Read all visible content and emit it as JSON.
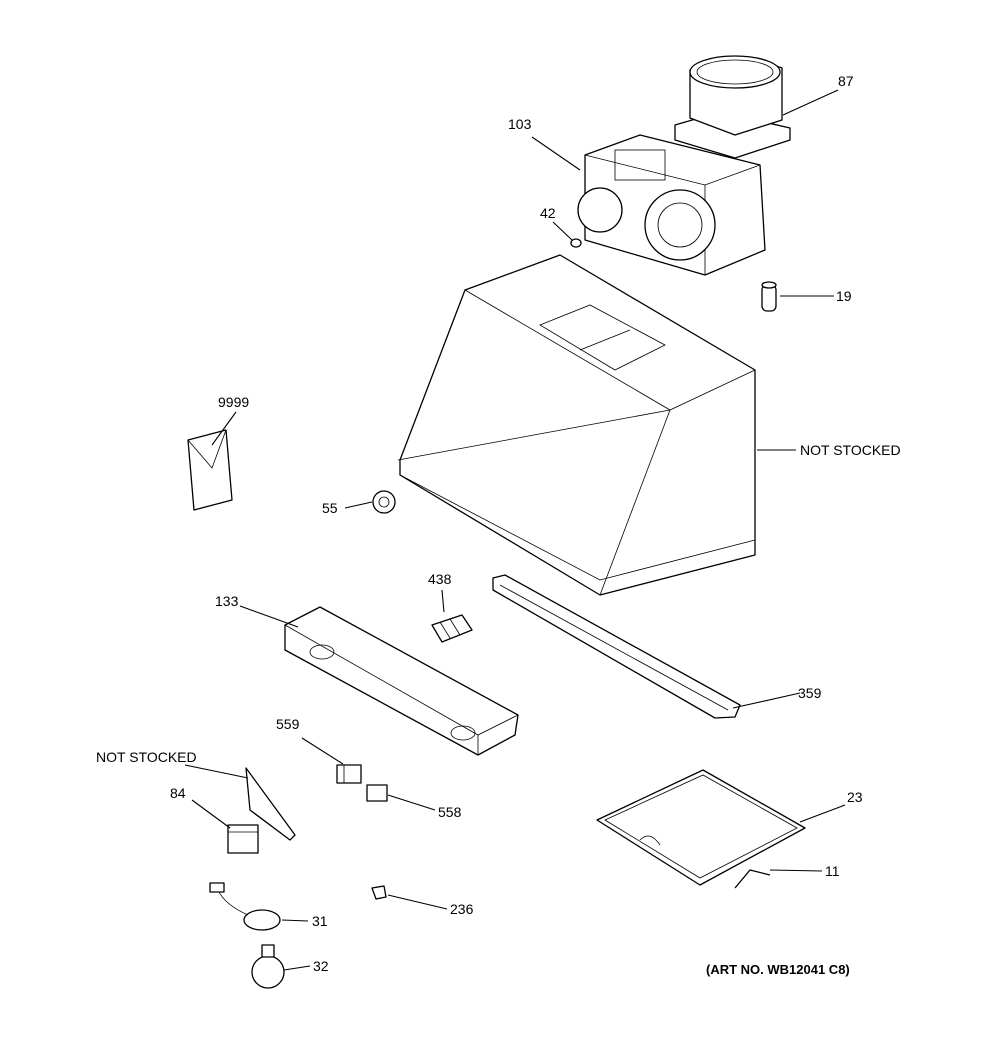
{
  "diagram": {
    "labels": {
      "p87": "87",
      "p103": "103",
      "p42": "42",
      "p19": "19",
      "p9999": "9999",
      "not_stocked_hood": "NOT STOCKED",
      "p55": "55",
      "p438": "438",
      "p133": "133",
      "p359": "359",
      "p559": "559",
      "not_stocked_bracket": "NOT STOCKED",
      "p84": "84",
      "p558": "558",
      "p23": "23",
      "p11": "11",
      "p31": "31",
      "p236": "236",
      "p32": "32"
    },
    "art_number": "(ART NO. WB12041 C8)"
  }
}
